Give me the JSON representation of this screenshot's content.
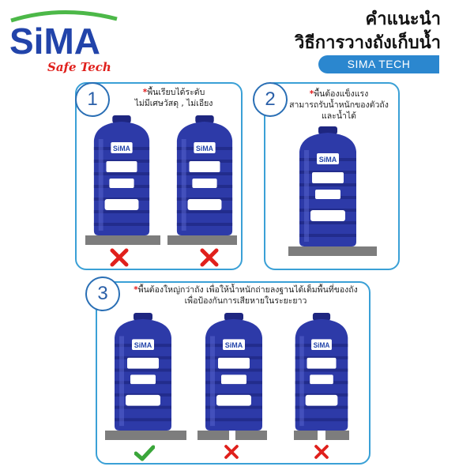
{
  "brand": {
    "logo_text": "SiMA",
    "logo_tagline": "Safe Tech",
    "bar_label": "SIMA TECH"
  },
  "header": {
    "title_line1": "คำแนะนำ",
    "title_line2": "วิธีการวางถังเก็บน้ำ"
  },
  "panels": [
    {
      "number": "1",
      "note_line1": "พื้นเรียบได้ระดับ",
      "note_line2": "ไม่มีเศษวัสดุ , ไม่เอียง"
    },
    {
      "number": "2",
      "note_line1": "พื้นต้องแข็งแรง",
      "note_line2": "สามารถรับน้ำหนักของตัวถัง",
      "note_line3": "และน้ำได้"
    },
    {
      "number": "3",
      "note_line1": "พื้นต้องใหญ่กว่าถัง เพื่อให้น้ำหนักถ่ายลงฐานได้เต็มพื้นที่ของถัง",
      "note_line2": "เพื่อป้องกันการเสียหายในระยะยาว"
    }
  ],
  "tank_label": "SiMA",
  "colors": {
    "tank": "#2d3aa8",
    "tank_dark": "#1e2680",
    "panel_border": "#3aa0d6",
    "wrong": "#e0201c",
    "right": "#3aa63a",
    "base": "#7d7d7d",
    "brand_bar": "#2b87cf"
  },
  "marks": [
    "cross",
    "cross",
    "check",
    "cross",
    "cross"
  ]
}
